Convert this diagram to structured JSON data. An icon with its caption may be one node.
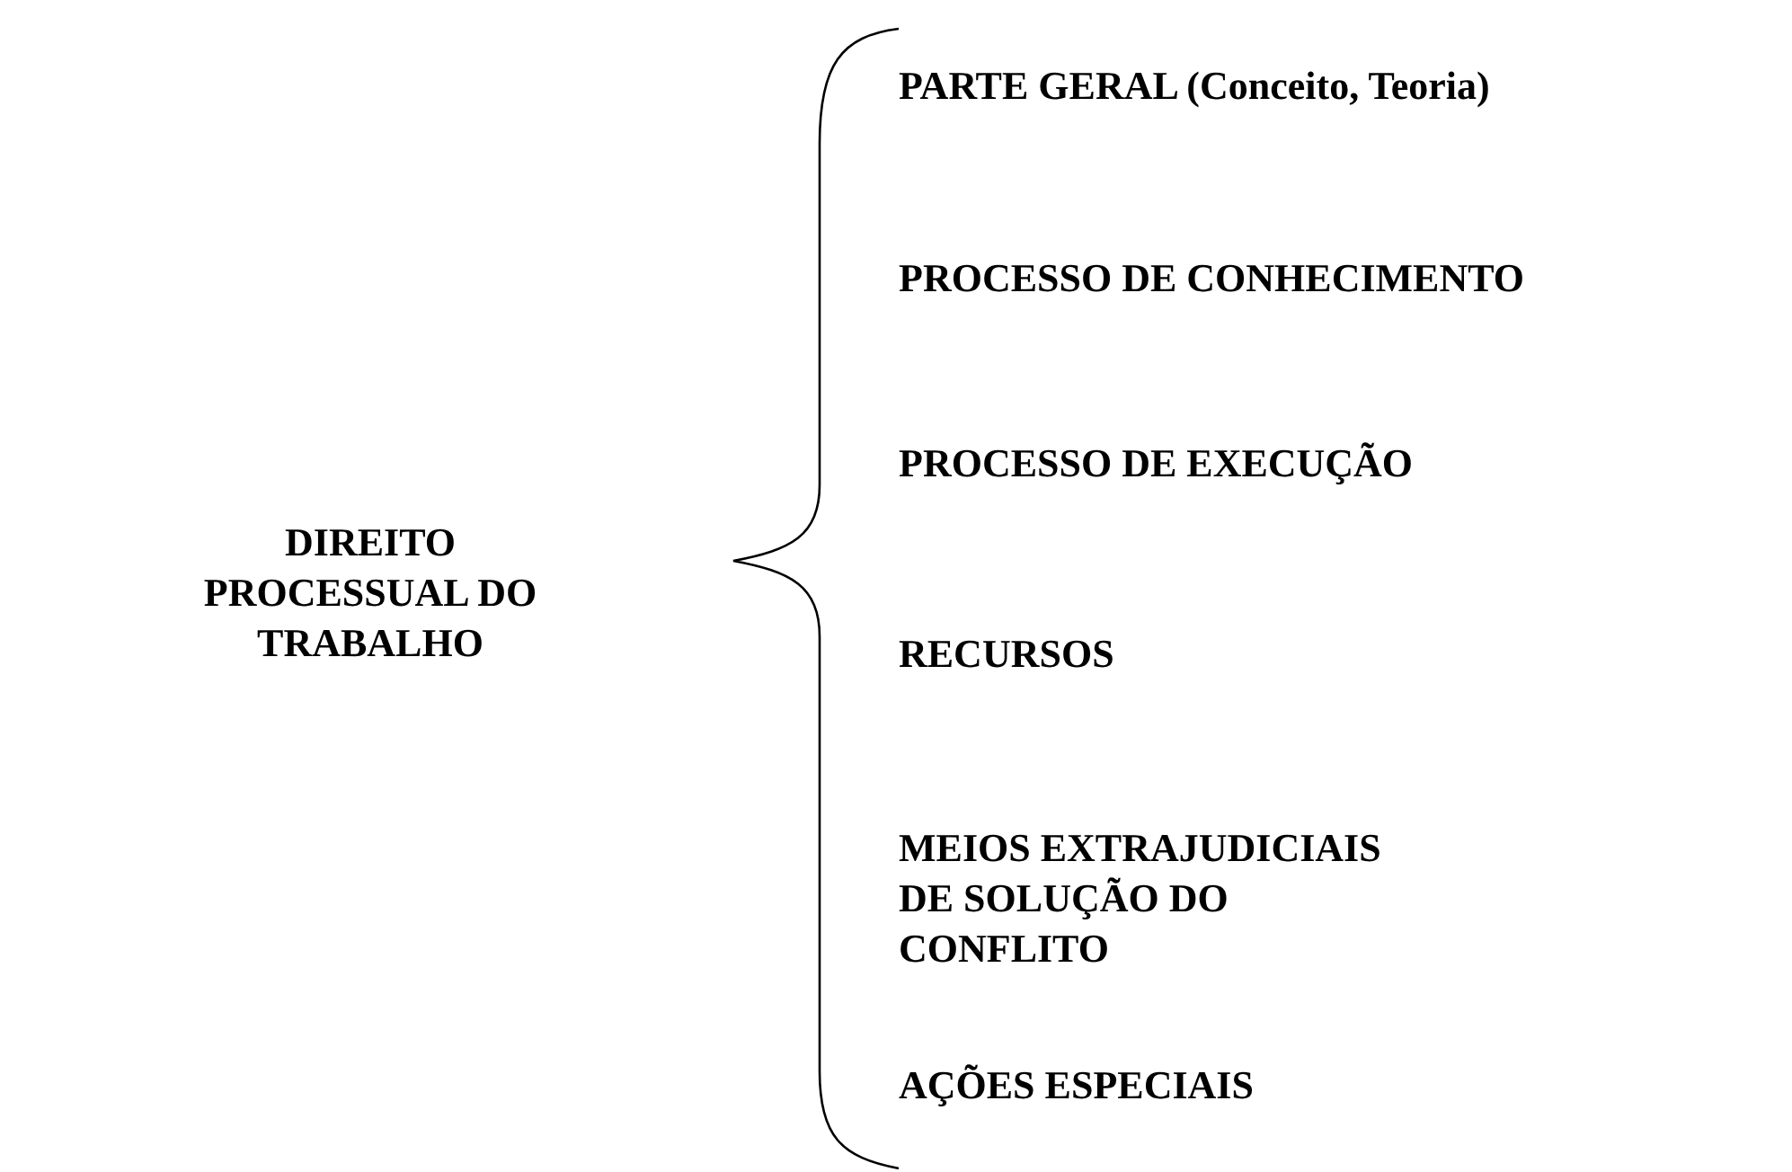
{
  "diagram": {
    "labels": [
      "DIREITO PROCESSUAL DO TRABALHO",
      "PARTE GERAL (Conceito, Teoria)",
      "PROCESSO DE CONHECIMENTO",
      "PROCESSO DE EXECUÇÃO",
      "RECURSOS",
      "MEIOS EXTRAJUDICIAIS DE SOLUÇÃO DO CONFLITO",
      "AÇÕES ESPECIAIS"
    ]
  }
}
